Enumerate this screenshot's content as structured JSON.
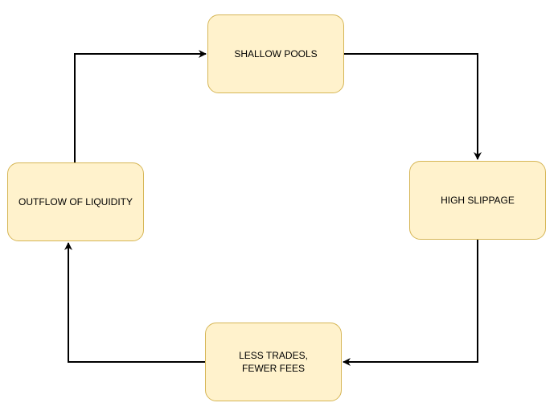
{
  "diagram": {
    "nodes": {
      "shallow_pools": {
        "line1": "SHALLOW POOLS",
        "line2": ""
      },
      "high_slippage": {
        "line1": "HIGH SLIPPAGE",
        "line2": ""
      },
      "less_trades": {
        "line1": "LESS TRADES,",
        "line2": "FEWER FEES"
      },
      "outflow": {
        "line1": "OUTFLOW OF LIQUIDITY",
        "line2": ""
      }
    },
    "edges": [
      {
        "from": "SHALLOW POOLS",
        "to": "HIGH SLIPPAGE"
      },
      {
        "from": "HIGH SLIPPAGE",
        "to": "LESS TRADES, FEWER FEES"
      },
      {
        "from": "LESS TRADES, FEWER FEES",
        "to": "OUTFLOW OF LIQUIDITY"
      },
      {
        "from": "OUTFLOW OF LIQUIDITY",
        "to": "SHALLOW POOLS"
      }
    ],
    "colors": {
      "node_fill": "#fff2cc",
      "node_border": "#d6b656",
      "edge": "#000000"
    }
  }
}
